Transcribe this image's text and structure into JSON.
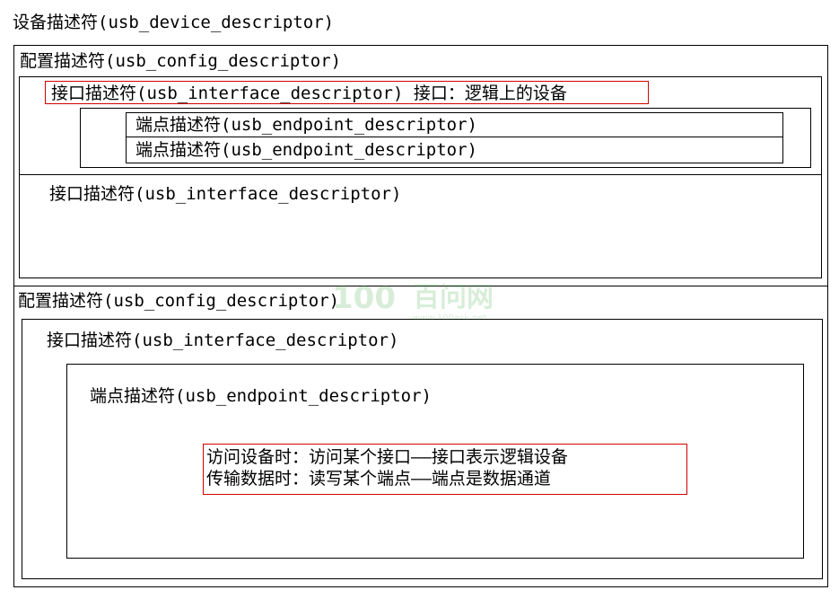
{
  "device": {
    "label": "设备描述符(usb_device_descriptor)"
  },
  "config1": {
    "label": "配置描述符(usb_config_descriptor)",
    "interface1": {
      "label": "接口描述符(usb_interface_descriptor) 接口：逻辑上的设备",
      "endpoints": [
        "端点描述符(usb_endpoint_descriptor)",
        "端点描述符(usb_endpoint_descriptor)"
      ]
    },
    "interface2": {
      "label": "接口描述符(usb_interface_descriptor)"
    }
  },
  "config2": {
    "label": "配置描述符(usb_config_descriptor)",
    "interface": {
      "label": "接口描述符(usb_interface_descriptor)",
      "endpoint": {
        "label": "端点描述符(usb_endpoint_descriptor)",
        "notes": [
          "访问设备时：访问某个接口——接口表示逻辑设备",
          "传输数据时：读写某个端点——端点是数据通道"
        ]
      }
    }
  },
  "watermark": {
    "brand": "百问网",
    "digits": "100",
    "url": "www.100ask.net",
    "color": "#4caf50"
  },
  "colors": {
    "line": "#000000",
    "highlight": "#d40000"
  }
}
